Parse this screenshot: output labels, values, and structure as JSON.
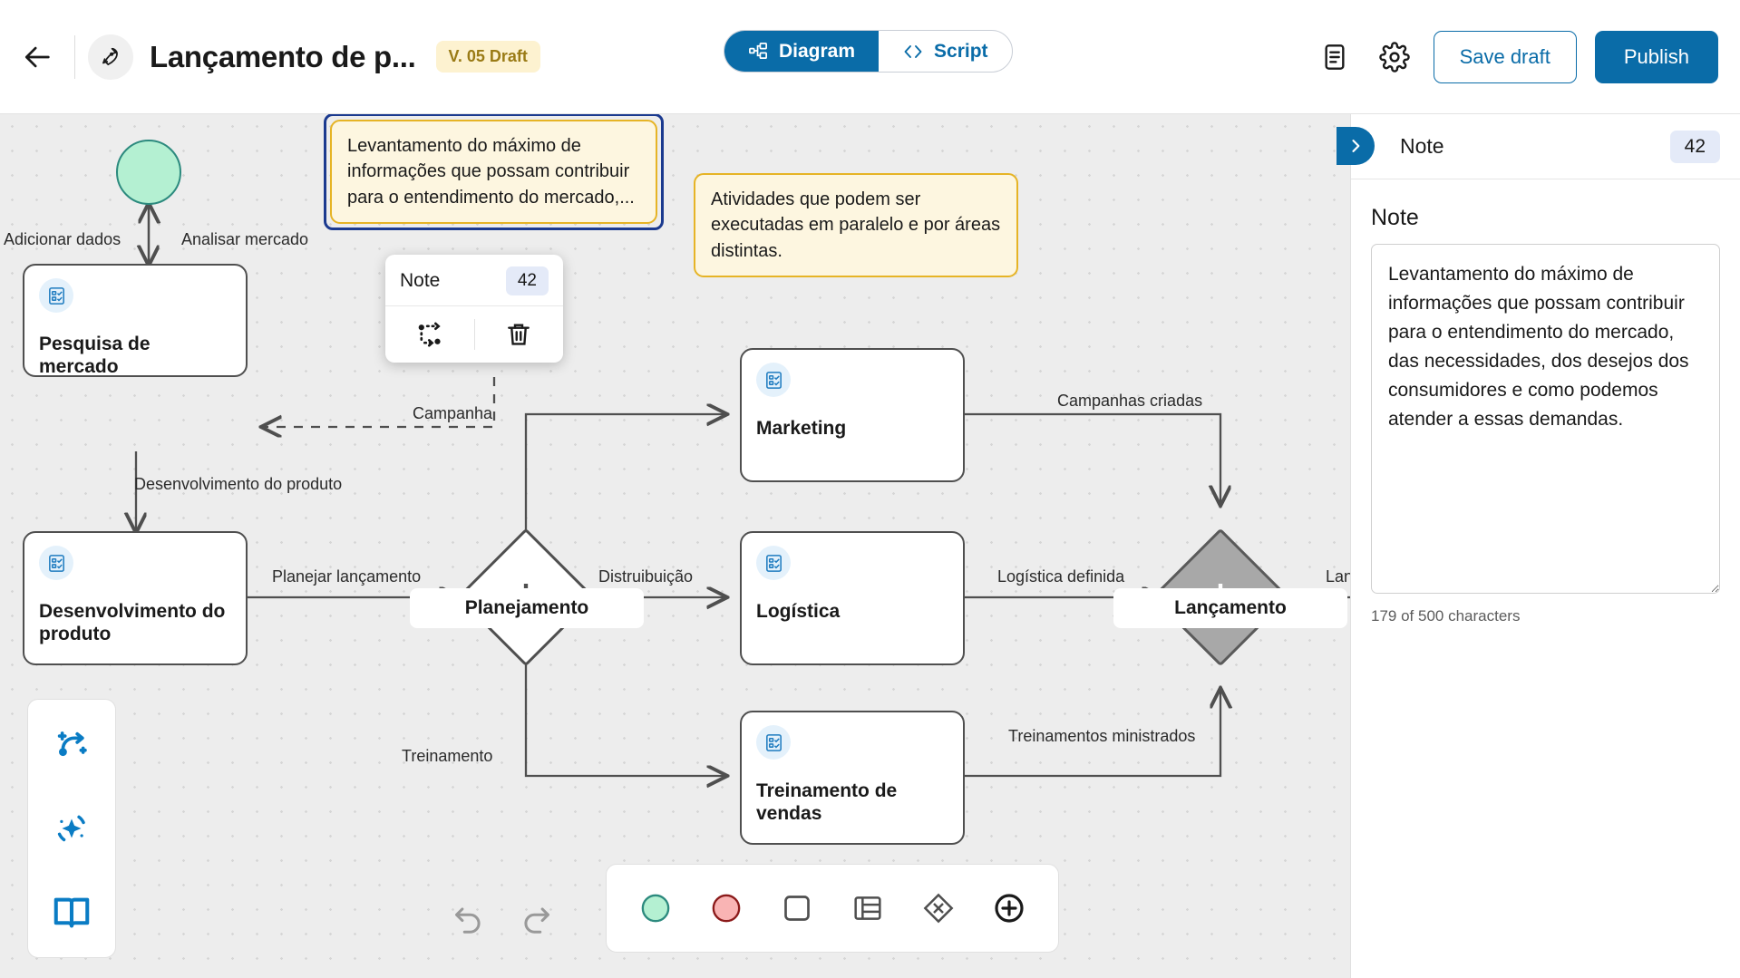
{
  "header": {
    "back_icon": "arrow-left-icon",
    "logo_icon": "rocket-icon",
    "title": "Lançamento de p...",
    "version_badge": "V. 05 Draft",
    "modes": [
      {
        "label": "Diagram",
        "icon": "diagram-icon",
        "active": true
      },
      {
        "label": "Script",
        "icon": "code-brackets-icon",
        "active": false
      }
    ],
    "notes_icon": "document-notes-icon",
    "settings_icon": "gear-icon",
    "save_draft_label": "Save draft",
    "publish_label": "Publish",
    "accent_color": "#0a6ca8"
  },
  "canvas": {
    "nodes": [
      {
        "id": "start",
        "type": "start-event",
        "shape": "circle",
        "label": "",
        "fill": "#b4f0d2",
        "stroke": "#2c8a7e"
      },
      {
        "id": "pesquisa",
        "type": "task",
        "label": "Pesquisa de mercado",
        "icon": "form-checklist-icon"
      },
      {
        "id": "desenvolvimento",
        "type": "task",
        "label": "Desenvolvimento do produto",
        "icon": "form-checklist-icon"
      },
      {
        "id": "marketing",
        "type": "task",
        "label": "Marketing",
        "icon": "form-checklist-icon"
      },
      {
        "id": "logistica",
        "type": "task",
        "label": "Logística",
        "icon": "form-checklist-icon"
      },
      {
        "id": "treinamento",
        "type": "task",
        "label": "Treinamento de vendas",
        "icon": "form-checklist-icon"
      },
      {
        "id": "gw-planejamento",
        "type": "parallel-gateway",
        "label": "Planejamento",
        "fill": "#ffffff"
      },
      {
        "id": "gw-lancamento",
        "type": "parallel-gateway",
        "label": "Lançamento",
        "fill": "#a8a8a8"
      }
    ],
    "gateway_labels": [
      {
        "id": "planejamento",
        "label": "Planejamento"
      },
      {
        "id": "lancamento",
        "label": "Lançamento"
      }
    ],
    "edge_labels": [
      {
        "id": "adicionar-dados",
        "label": "Adicionar dados"
      },
      {
        "id": "analisar-mercado",
        "label": "Analisar mercado"
      },
      {
        "id": "campanha",
        "label": "Campanha"
      },
      {
        "id": "desenvolvimento-produto",
        "label": "Desenvolvimento do produto"
      },
      {
        "id": "planejar-lancamento",
        "label": "Planejar lançamento"
      },
      {
        "id": "distribuicao",
        "label": "Distruibuição"
      },
      {
        "id": "treinamento",
        "label": "Treinamento"
      },
      {
        "id": "campanhas-criadas",
        "label": "Campanhas criadas"
      },
      {
        "id": "logistica-definida",
        "label": "Logística definida"
      },
      {
        "id": "treinamentos-ministrados",
        "label": "Treinamentos ministrados"
      },
      {
        "id": "lancamento-cut",
        "label": "Lan"
      }
    ],
    "sticky_notes": [
      {
        "id": "note-selected",
        "text": "Levantamento do máximo de informações que possam contribuir para o entendimento do mercado,...",
        "selected": true
      },
      {
        "id": "note-parallel",
        "text": "Atividades que podem ser executadas em paralelo e por áreas distintas.",
        "selected": false
      }
    ],
    "node_toolbar": {
      "title": "Note",
      "badge": "42",
      "connect_icon": "connect-nodes-icon",
      "delete_icon": "trash-icon"
    },
    "tool_rail": [
      {
        "id": "auto-layout",
        "icon": "magic-path-icon"
      },
      {
        "id": "ai-assist",
        "icon": "sparkle-icon"
      },
      {
        "id": "documentation",
        "icon": "book-icon"
      }
    ],
    "undo_redo": [
      {
        "id": "undo",
        "icon": "undo-icon"
      },
      {
        "id": "redo",
        "icon": "redo-icon"
      }
    ],
    "shape_palette": [
      {
        "id": "start-event",
        "icon": "green-circle-icon",
        "color": "#b4f0d2"
      },
      {
        "id": "end-event",
        "icon": "red-circle-icon",
        "color": "#f9b4b4"
      },
      {
        "id": "task",
        "icon": "rounded-square-icon"
      },
      {
        "id": "lane",
        "icon": "lanes-icon"
      },
      {
        "id": "gateway",
        "icon": "diamond-x-icon"
      },
      {
        "id": "add-element",
        "icon": "plus-circle-icon"
      }
    ]
  },
  "side_panel": {
    "collapse_icon": "chevron-right-icon",
    "header_title": "Note",
    "header_badge": "42",
    "field_label": "Note",
    "note_value": "Levantamento do máximo de informações que possam contribuir para o entendimento do mercado, das necessidades, dos desejos dos consumidores e como podemos atender a essas demandas.",
    "note_placeholder": "",
    "char_counter": "179 of 500 characters"
  }
}
